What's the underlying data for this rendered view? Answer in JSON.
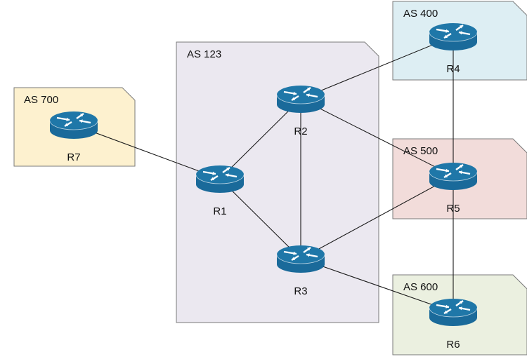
{
  "diagram": {
    "title": "BGP Autonomous Systems Topology",
    "autonomous_systems": [
      {
        "id": "as123",
        "label": "AS 123",
        "color": "#ebe8f0"
      },
      {
        "id": "as400",
        "label": "AS 400",
        "color": "#ddeef3"
      },
      {
        "id": "as500",
        "label": "AS 500",
        "color": "#f2dcda"
      },
      {
        "id": "as600",
        "label": "AS 600",
        "color": "#ebf0e0"
      },
      {
        "id": "as700",
        "label": "AS 700",
        "color": "#fdf1cf"
      }
    ],
    "routers": [
      {
        "id": "R1",
        "label": "R1",
        "as": "AS 123"
      },
      {
        "id": "R2",
        "label": "R2",
        "as": "AS 123"
      },
      {
        "id": "R3",
        "label": "R3",
        "as": "AS 123"
      },
      {
        "id": "R4",
        "label": "R4",
        "as": "AS 400"
      },
      {
        "id": "R5",
        "label": "R5",
        "as": "AS 500"
      },
      {
        "id": "R6",
        "label": "R6",
        "as": "AS 600"
      },
      {
        "id": "R7",
        "label": "R7",
        "as": "AS 700"
      }
    ],
    "links": [
      [
        "R7",
        "R1"
      ],
      [
        "R1",
        "R2"
      ],
      [
        "R1",
        "R3"
      ],
      [
        "R2",
        "R3"
      ],
      [
        "R2",
        "R4"
      ],
      [
        "R2",
        "R5"
      ],
      [
        "R3",
        "R5"
      ],
      [
        "R3",
        "R6"
      ],
      [
        "R4",
        "R5"
      ],
      [
        "R5",
        "R6"
      ]
    ],
    "router_color": "#1a6a9a",
    "router_top_color": "#1f77a8"
  }
}
